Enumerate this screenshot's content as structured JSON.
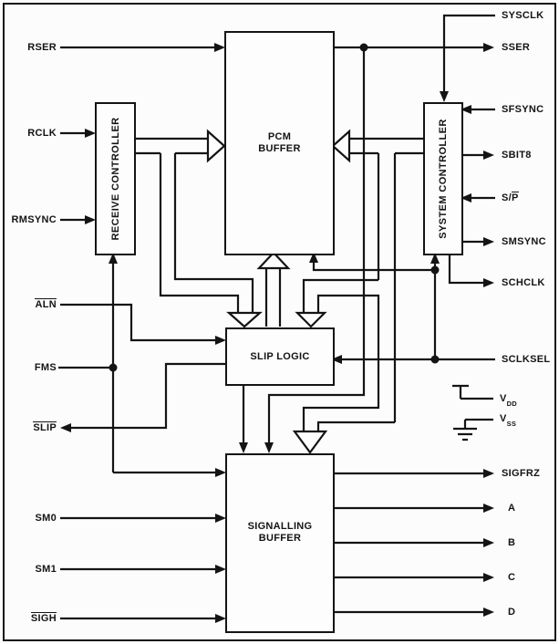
{
  "colors": {
    "ink": "#141414",
    "background": "#fcfcfc"
  },
  "boxes": {
    "receive_controller": "RECEIVE CONTROLLER",
    "pcm_buffer_line1": "PCM",
    "pcm_buffer_line2": "BUFFER",
    "system_controller": "SYSTEM CONTROLLER",
    "slip_logic": "SLIP LOGIC",
    "signalling_buffer_line1": "SIGNALLING",
    "signalling_buffer_line2": "BUFFER"
  },
  "signals": {
    "left": {
      "rser": "RSER",
      "rclk": "RCLK",
      "rmsync": "RMSYNC",
      "aln": "ALN",
      "fms": "FMS",
      "slip": "SLIP",
      "sm0": "SM0",
      "sm1": "SM1",
      "sigh": "SIGH"
    },
    "right": {
      "sysclk": "SYSCLK",
      "sser": "SSER",
      "sfsync": "SFSYNC",
      "sbit8": "SBIT8",
      "sp_prefix": "S/",
      "sp_overlined": "P",
      "smsync": "SMSYNC",
      "schclk": "SCHCLK",
      "sclksel": "SCLKSEL",
      "sigfrz": "SIGFRZ",
      "a": "A",
      "b": "B",
      "c": "C",
      "d": "D"
    },
    "power": {
      "vdd_base": "V",
      "vdd_sub": "DD",
      "vss_base": "V",
      "vss_sub": "SS"
    }
  }
}
